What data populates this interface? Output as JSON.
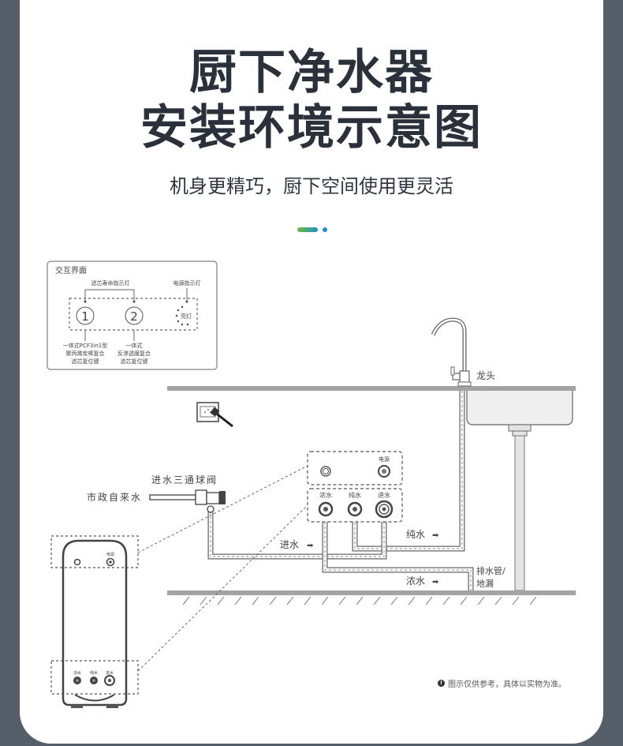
{
  "header": {
    "title_line1": "厨下净水器",
    "title_line2": "安装环境示意图",
    "subtitle": "机身更精巧，厨下空间使用更灵活"
  },
  "colors": {
    "background": "#555e69",
    "card": "#ffffff",
    "title": "#2a313b",
    "accent_start": "#6cbf3c",
    "accent_end": "#1f8fc9",
    "counter": "#a3a3a3"
  },
  "panel": {
    "title": "交互界面",
    "filter_life_light": "滤芯寿命指示灯",
    "power_light": "电源指示灯",
    "button1_number": "1",
    "button2_number": "2",
    "power_indicator_text": "亮灯",
    "button1_desc": [
      "一体式PCF3in1型",
      "聚丙烯炭棒复合",
      "滤芯复位键"
    ],
    "button2_desc": [
      "一体式",
      "反渗透膜复合",
      "滤芯复位键"
    ]
  },
  "labels": {
    "faucet": "龙头",
    "valve": "进水三通球阀",
    "city_water": "市政自来水",
    "inlet_flow": "进水",
    "pure_flow": "纯水",
    "waste_flow": "浓水",
    "drain_line1": "排水管/",
    "drain_line2": "地漏",
    "port_power": "电源",
    "port_waste": "浓水",
    "port_pure": "纯水",
    "port_inlet": "进水",
    "arrow": "➡"
  },
  "device": {
    "power_label": "电源",
    "port_labels": [
      "浓水",
      "纯水",
      "进水"
    ]
  },
  "footer": {
    "note_icon": "info-icon",
    "note_icon_glyph": "!",
    "note": "图示仅供参考，具体以实物为准。"
  }
}
